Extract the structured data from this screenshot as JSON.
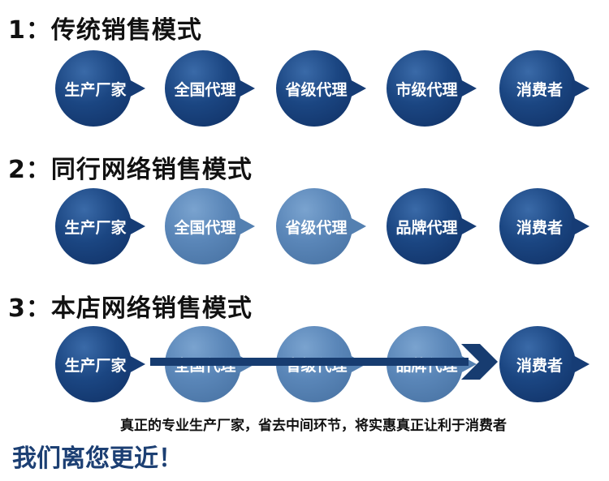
{
  "section1": {
    "title": "1：传统销售模式",
    "steps": [
      "生产厂家",
      "全国代理",
      "省级代理",
      "市级代理",
      "消费者"
    ]
  },
  "section2": {
    "title": "2：同行网络销售模式",
    "steps": [
      "生产厂家",
      "全国代理",
      "省级代理",
      "品牌代理",
      "消费者"
    ]
  },
  "section3": {
    "title": "3：本店网络销售模式",
    "steps": [
      "生产厂家",
      "全国代理",
      "省级代理",
      "品牌代理",
      "消费者"
    ],
    "note": "真正的专业生产厂家，省去中间环节，将实惠真正让利于消费者"
  },
  "slogan": "我们离您更近！",
  "colors": {
    "dark_circle": "#1b4682",
    "light_circle": "#5a86b8",
    "slogan": "#1c3f73",
    "arrow": "#173c70"
  }
}
